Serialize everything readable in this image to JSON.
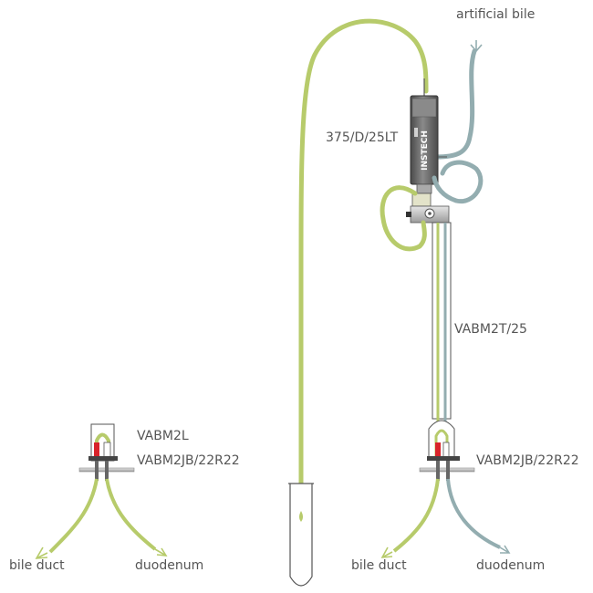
{
  "labels": {
    "artificial_bile": "artificial bile",
    "pump_model": "375/D/25LT",
    "tether": "VABM2T/25",
    "left_cap": "VABM2L",
    "left_base": "VABM2JB/22R22",
    "right_base": "VABM2JB/22R22",
    "left_bile_duct": "bile duct",
    "left_duodenum": "duodenum",
    "right_bile_duct": "bile duct",
    "right_duodenum": "duodenum"
  },
  "pump": {
    "brand": "INSTECH"
  },
  "colors": {
    "bile_tube": "#b7cb6b",
    "artificial_bile_tube": "#93adb0",
    "outline": "#555555",
    "pump_body": "#6b6b6b",
    "valve_red": "#d8232a",
    "label_text": "#555555"
  }
}
